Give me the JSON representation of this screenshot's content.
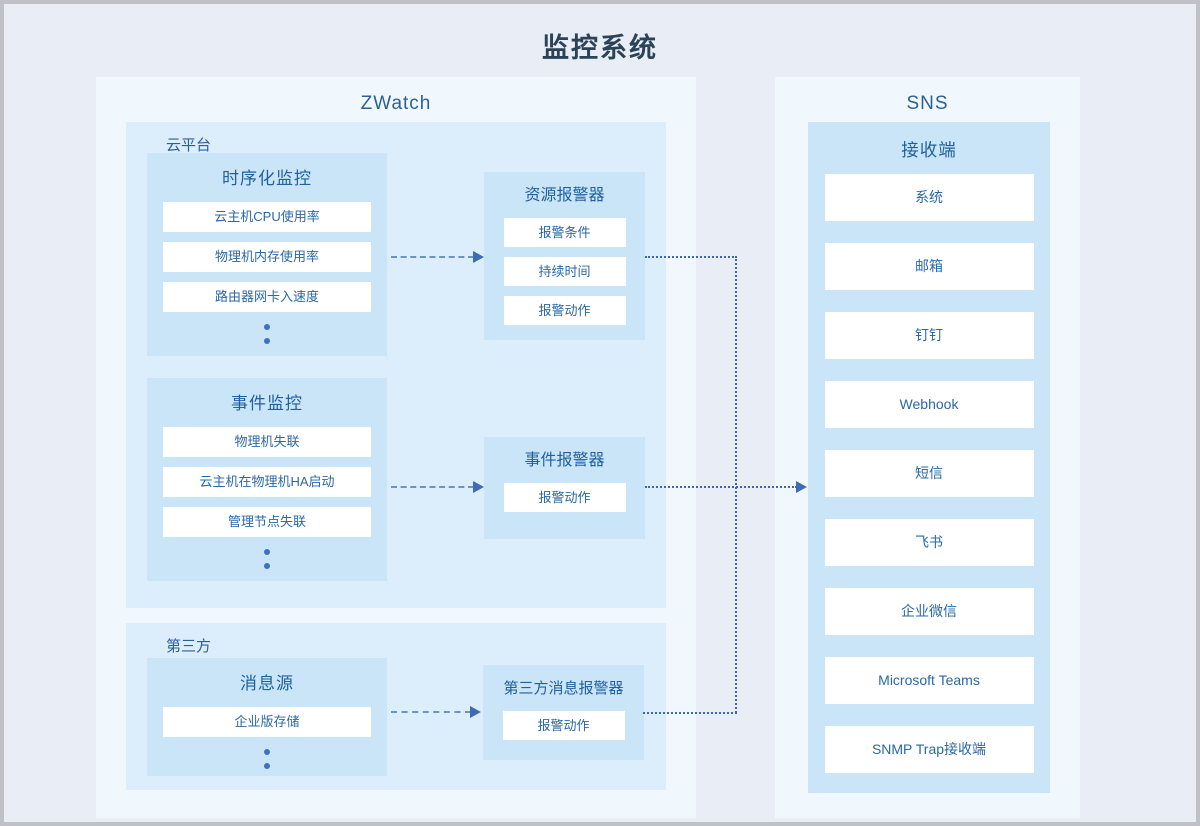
{
  "page": {
    "title": "监控系统"
  },
  "colors": {
    "background": "#e8edf6",
    "panel_light": "#f0f8fe",
    "panel_mid": "#dcedfb",
    "box_blue": "#cbe5f8",
    "item_white": "#ffffff",
    "title_navy": "#2c4257",
    "text_blue": "#1f609e",
    "connector_dotted": "#3c63bd",
    "connector_dashed": "#6a93c8",
    "arrowhead": "#3d6cb4",
    "ellipsis_dot": "#3a72c6"
  },
  "zwatch": {
    "label": "ZWatch",
    "cloud_platform": {
      "label": "云平台",
      "groups": [
        {
          "title": "时序化监控",
          "items": [
            "云主机CPU使用率",
            "物理机内存使用率",
            "路由器网卡入速度"
          ]
        },
        {
          "title": "事件监控",
          "items": [
            "物理机失联",
            "云主机在物理机HA启动",
            "管理节点失联"
          ]
        }
      ]
    },
    "third_party": {
      "label": "第三方",
      "groups": [
        {
          "title": "消息源",
          "items": [
            "企业版存储"
          ]
        }
      ]
    },
    "alarms": [
      {
        "title": "资源报警器",
        "items": [
          "报警条件",
          "持续时间",
          "报警动作"
        ]
      },
      {
        "title": "事件报警器",
        "items": [
          "报警动作"
        ]
      },
      {
        "title": "第三方消息报警器",
        "items": [
          "报警动作"
        ]
      }
    ]
  },
  "sns": {
    "label": "SNS",
    "receiver": {
      "label": "接收端",
      "items": [
        "系统",
        "邮箱",
        "钉钉",
        "Webhook",
        "短信",
        "飞书",
        "企业微信",
        "Microsoft Teams",
        "SNMP Trap接收端"
      ]
    }
  }
}
